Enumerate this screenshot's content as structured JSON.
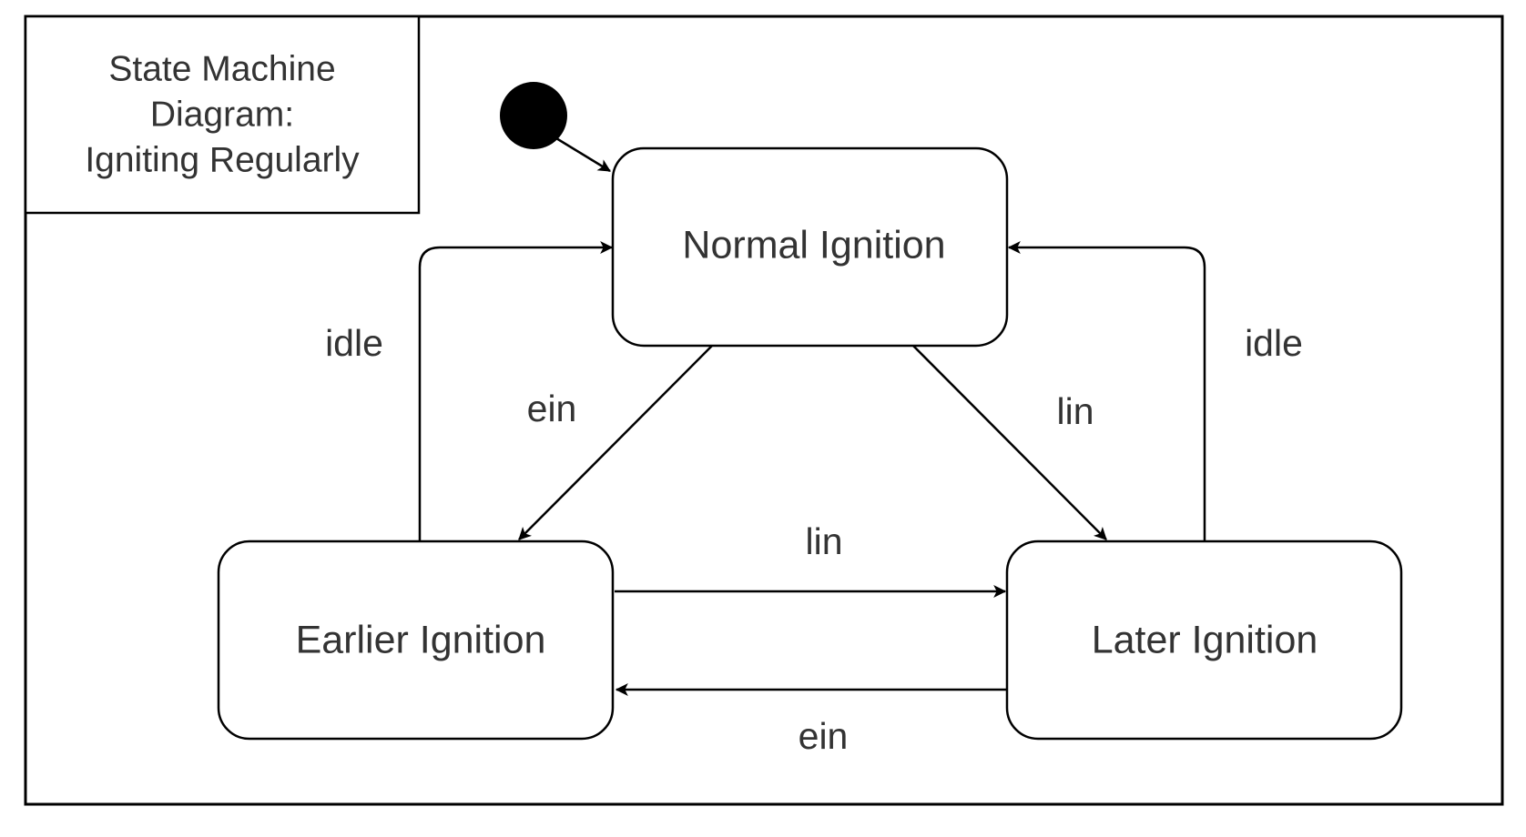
{
  "title": {
    "line1": "State Machine",
    "line2": "Diagram:",
    "line3": "Igniting Regularly"
  },
  "states": {
    "normal": "Normal Ignition",
    "earlier": "Earlier Ignition",
    "later": "Later Ignition"
  },
  "transitions": {
    "earlier_to_normal": "idle",
    "later_to_normal": "idle",
    "normal_to_earlier": "ein",
    "normal_to_later": "lin",
    "earlier_to_later": "lin",
    "later_to_earlier": "ein"
  }
}
